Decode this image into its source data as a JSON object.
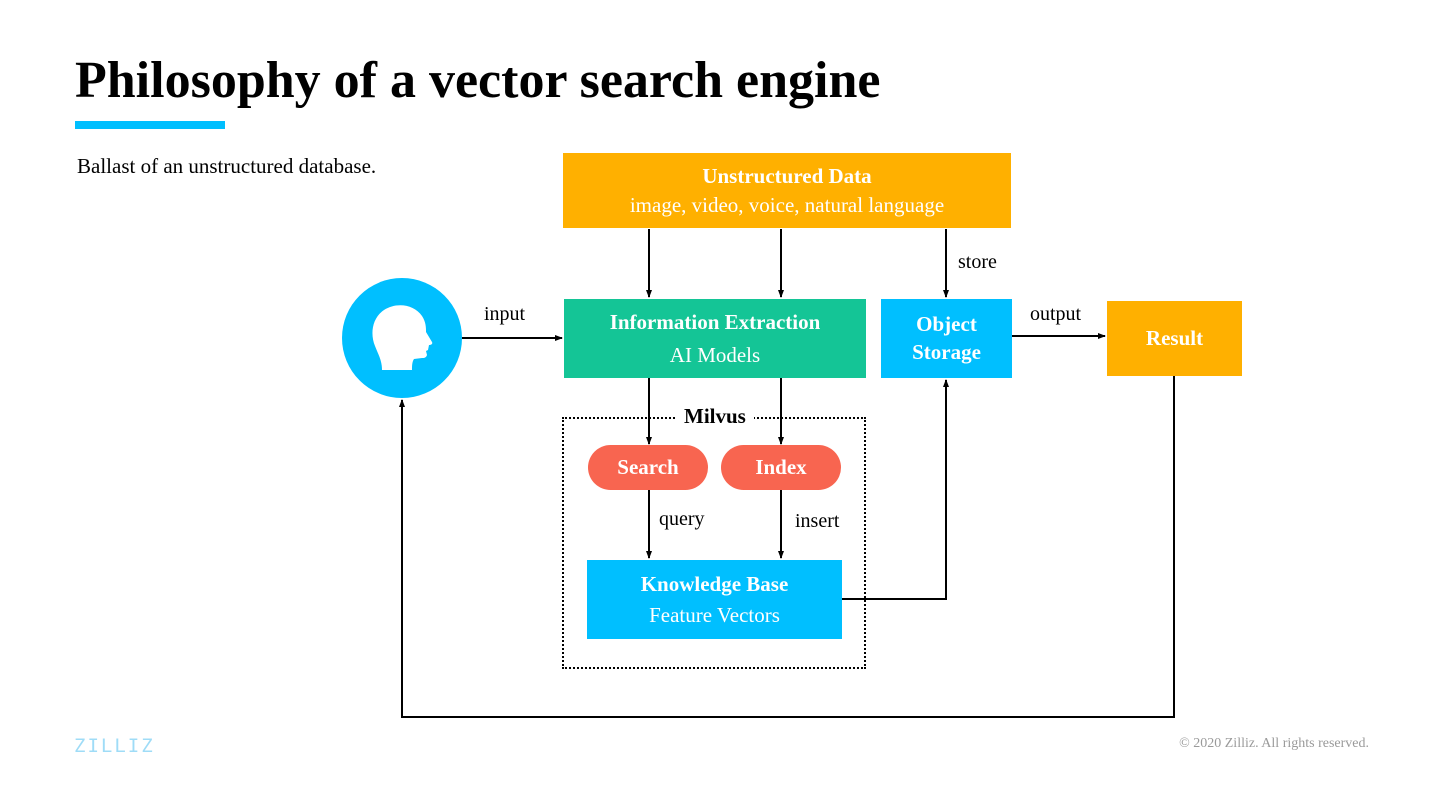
{
  "slide": {
    "title": "Philosophy of a vector search engine",
    "subtitle": "Ballast of an unstructured database.",
    "accent_color": "#00bfff"
  },
  "diagram": {
    "nodes": {
      "unstructured_data": {
        "title": "Unstructured Data",
        "detail": "image, video, voice, natural language",
        "color": "#ffb000"
      },
      "information_extraction": {
        "title": "Information Extraction",
        "detail": "AI Models",
        "color": "#14c596"
      },
      "object_storage": {
        "title_line1": "Object",
        "title_line2": "Storage",
        "color": "#00bfff"
      },
      "result": {
        "title": "Result",
        "color": "#ffb000"
      },
      "search": {
        "title": "Search",
        "color": "#f86550"
      },
      "index": {
        "title": "Index",
        "color": "#f86550"
      },
      "knowledge_base": {
        "title": "Knowledge Base",
        "detail": "Feature Vectors",
        "color": "#00bfff"
      },
      "user": {
        "icon": "user-head-icon",
        "color": "#00bfff"
      }
    },
    "group": {
      "label": "Milvus"
    },
    "edge_labels": {
      "input": "input",
      "store": "store",
      "output": "output",
      "query": "query",
      "insert": "insert"
    },
    "edges": [
      {
        "from": "unstructured_data",
        "to": "information_extraction"
      },
      {
        "from": "unstructured_data",
        "to": "information_extraction"
      },
      {
        "from": "unstructured_data",
        "to": "object_storage",
        "label": "store"
      },
      {
        "from": "user",
        "to": "information_extraction",
        "label": "input"
      },
      {
        "from": "object_storage",
        "to": "result",
        "label": "output"
      },
      {
        "from": "information_extraction",
        "to": "search"
      },
      {
        "from": "information_extraction",
        "to": "index"
      },
      {
        "from": "search",
        "to": "knowledge_base",
        "label": "query"
      },
      {
        "from": "index",
        "to": "knowledge_base",
        "label": "insert"
      },
      {
        "from": "knowledge_base",
        "to": "object_storage"
      },
      {
        "from": "result",
        "to": "user"
      }
    ]
  },
  "footer": {
    "logo": "ZILLIZ",
    "copyright": "© 2020 Zilliz. All rights reserved."
  }
}
